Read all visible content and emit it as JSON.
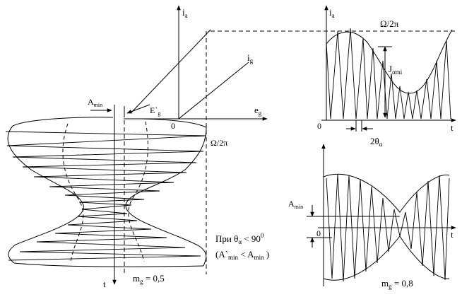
{
  "labels": {
    "ia_left": "i",
    "ia_left_sub": "a",
    "ig_line": "i",
    "ig_line_sub": "g",
    "eg_axis": "e",
    "eg_axis_sub": "g",
    "origin_left": "0",
    "amin_left": "A",
    "amin_left_sub": "min",
    "eg_prime": "E`",
    "eg_prime_sub": "g",
    "omega_left": "Ω/2π",
    "t_left": "t",
    "mg_left": "m",
    "mg_left_sub": "g",
    "mg_left_val": " = 0,5",
    "note_line1": "При θ",
    "note_line1_sub": "α",
    "note_line1_rest": " < 90",
    "note_line1_sup": "0",
    "note_line2_a": "(A`",
    "note_line2_a_sub": "min",
    "note_line2_b": " < A",
    "note_line2_b_sub": "min",
    "note_line2_c": " )",
    "ia_tr": "i",
    "ia_tr_sub": "a",
    "omega_tr": "Ω/2π",
    "jamp": "J",
    "jamp_sub": "αmi",
    "origin_tr": "0",
    "t_tr": "t",
    "two_theta": "2θ",
    "two_theta_sub": "α",
    "amin_br": "A",
    "amin_br_sub": "min",
    "origin_br": "0",
    "t_br": "t",
    "mg_br": "m",
    "mg_br_sub": "g",
    "mg_br_val": " = 0,8"
  }
}
